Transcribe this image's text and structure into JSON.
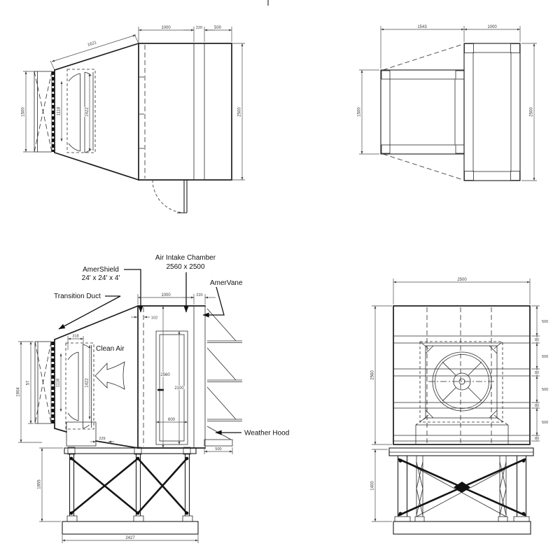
{
  "drawing": {
    "background": "#ffffff",
    "line_color": "#1c1c1c",
    "dim_color": "#4a4a4a"
  },
  "views": {
    "top_left": {
      "dim_slope": "1621",
      "dim_top_chamber": "1000",
      "dim_top_vane": "220",
      "dim_top_hood": "500",
      "dim_inlet_height": "1500",
      "dim_chamber_height": "2500",
      "dim_silencer_inner": "1118",
      "dim_silencer_outer": "1422"
    },
    "top_right": {
      "dim_duct_length": "1543",
      "dim_chamber_width": "1000",
      "dim_inlet_width": "1500",
      "dim_chamber_length": "2500"
    },
    "bottom_left": {
      "labels": {
        "transition_duct": "Transition Duct",
        "amershield_1": "AmerShield",
        "amershield_2": "24' x 24' x 4'",
        "air_intake_1": "Air Intake Chamber",
        "air_intake_2": "2560 x 2500",
        "amervane": "AmerVane",
        "clean_air": "Clean Air",
        "weather_hood": "Weather Hood"
      },
      "dims": {
        "top_chamber": "1000",
        "top_vane": "220",
        "wall_offset": "102",
        "silencer_gap": "318",
        "silencer_inner": "1118",
        "silencer_outer": "1422",
        "inlet_inner": "57",
        "inlet_outer": "1904",
        "chamber_height": "2560",
        "door_height": "2100",
        "door_width": "600",
        "drain_offset": "229",
        "hood_width": "500",
        "stand_height": "1855",
        "base_width": "2427"
      }
    },
    "bottom_right": {
      "dims": {
        "top_width": "2500",
        "left_height": "2560",
        "stand_height": "1400",
        "bands": [
          "500",
          "80",
          "500",
          "80",
          "500",
          "80",
          "500",
          "80"
        ]
      }
    }
  }
}
